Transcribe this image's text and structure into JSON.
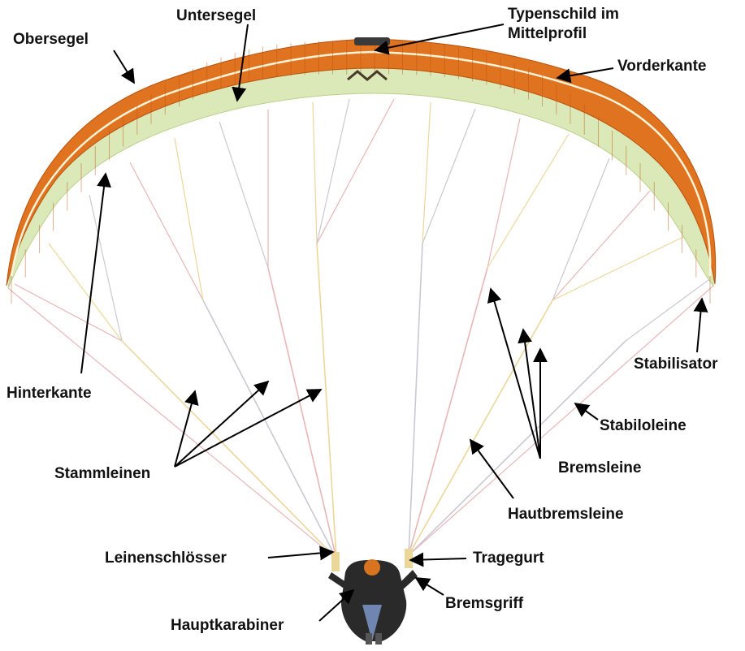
{
  "labels": {
    "obersegel": "Obersegel",
    "untersegel": "Untersegel",
    "typenschild_line1": "Typenschild im",
    "typenschild_line2": "Mittelprofil",
    "vorderkante": "Vorderkante",
    "hinterkante": "Hinterkante",
    "stabilisator": "Stabilisator",
    "stabiloleine": "Stabiloleine",
    "stammleinen": "Stammleinen",
    "bremsleine": "Bremsleine",
    "hautbremsleine": "Hautbremsleine",
    "leinenschloesser": "Leinenschlösser",
    "tragegurt": "Tragegurt",
    "bremsgriff": "Bremsgriff",
    "hauptkarabiner": "Hauptkarabiner"
  },
  "colors": {
    "canopy_top": "#e0731f",
    "canopy_top_dark": "#b8520e",
    "canopy_bottom": "#dbe8b8",
    "canopy_bottom_shade": "#c6d89c",
    "line_pink": "#e8b6b6",
    "line_yellow": "#ecd79a",
    "line_grey": "#c9c9d4",
    "arrow": "#000000",
    "pilot": "#2a2a2a",
    "pilot_legs": "#6f86b0",
    "helmet": "#d8731f"
  },
  "icons": {
    "wing_logo": "wing-logo-icon",
    "pilot": "pilot-icon"
  }
}
